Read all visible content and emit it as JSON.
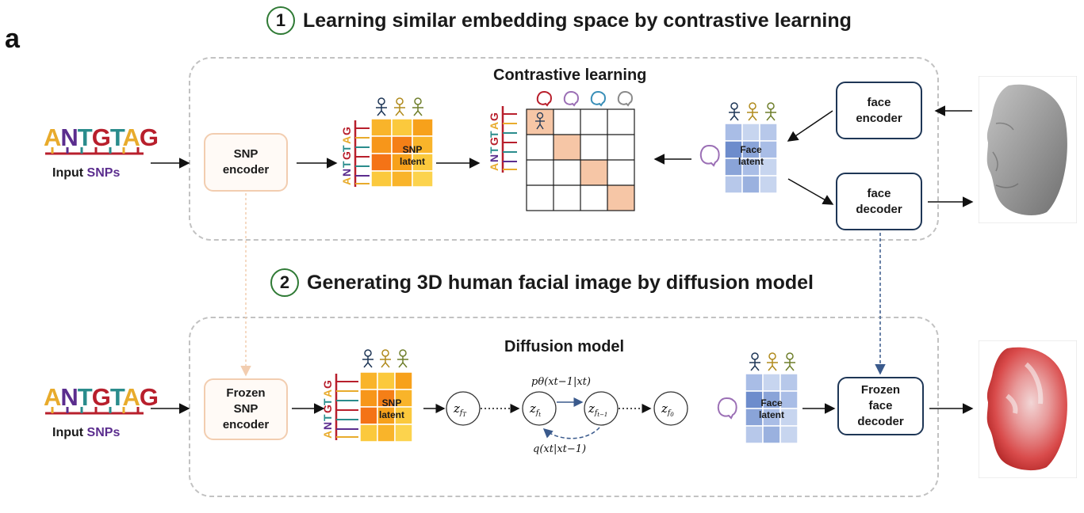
{
  "panel_label": "a",
  "steps": [
    {
      "num": "1",
      "text": "Learning similar embedding space by contrastive learning"
    },
    {
      "num": "2",
      "text": "Generating 3D human facial image by diffusion model"
    }
  ],
  "section1": {
    "title": "Contrastive learning",
    "sequence": "ANTGTAG",
    "input_label_prefix": "Input ",
    "input_label_snp": "SNPs",
    "snp_encoder": [
      "SNP",
      "encoder"
    ],
    "snp_latent": [
      "SNP",
      "latent"
    ],
    "face_latent": [
      "Face",
      "latent"
    ],
    "face_encoder": [
      "face",
      "encoder"
    ],
    "face_decoder": [
      "face",
      "decoder"
    ]
  },
  "section2": {
    "title": "Diffusion model",
    "sequence": "ANTGTAG",
    "input_label_prefix": "Input ",
    "input_label_snp": "SNPs",
    "frozen_snp_encoder": [
      "Frozen",
      "SNP",
      "encoder"
    ],
    "snp_latent": [
      "SNP",
      "latent"
    ],
    "face_latent": [
      "Face",
      "latent"
    ],
    "frozen_face_decoder": [
      "Frozen",
      "face",
      "decoder"
    ],
    "reverse_process": "pθ(xt−1|xt)",
    "forward_process": "q(xt|xt−1)"
  },
  "colors": {
    "snp_latent": [
      "#f7a11b",
      "#fbc93d"
    ],
    "face_latent": [
      "#8aa4d8",
      "#c7d5ef"
    ],
    "match_cell": "#f6c6a6",
    "green_circle": "#2f7a35",
    "frozen_link_snp": "#f2cdb0",
    "frozen_link_face": "#3a5a8c"
  }
}
